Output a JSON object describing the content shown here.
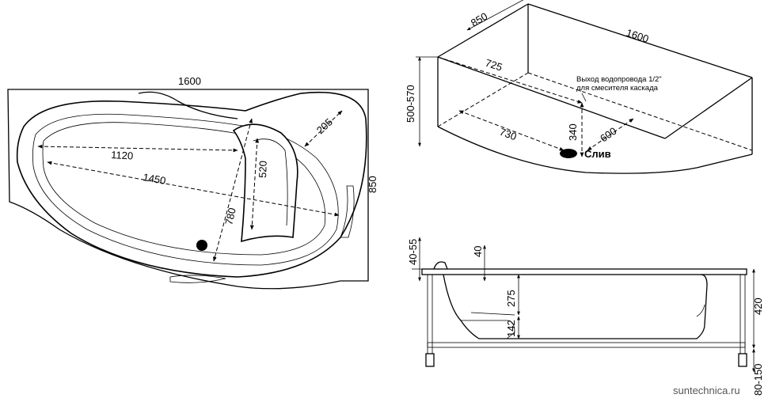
{
  "plan_view": {
    "width": "1600",
    "depth": "850",
    "long_inner": "1450",
    "inner_length": "1120",
    "seat_width": "520",
    "diagonal": "780",
    "corner": "205"
  },
  "iso_view": {
    "depth": "850",
    "length": "1600",
    "height": "500-570",
    "pipe_dist": "725",
    "drain_dist": "730",
    "pipe_height": "340",
    "drain_side": "600",
    "pipe_note_line1": "Выход водопровода 1/2\"",
    "pipe_note_line2": "для смесителя каскада",
    "drain_label": "Слив"
  },
  "side_view": {
    "rim_range": "40-55",
    "rim": "40",
    "depth_upper": "275",
    "depth_lower": "142",
    "total_height": "420",
    "legs": "80-150"
  },
  "watermark": "suntechnica.ru"
}
